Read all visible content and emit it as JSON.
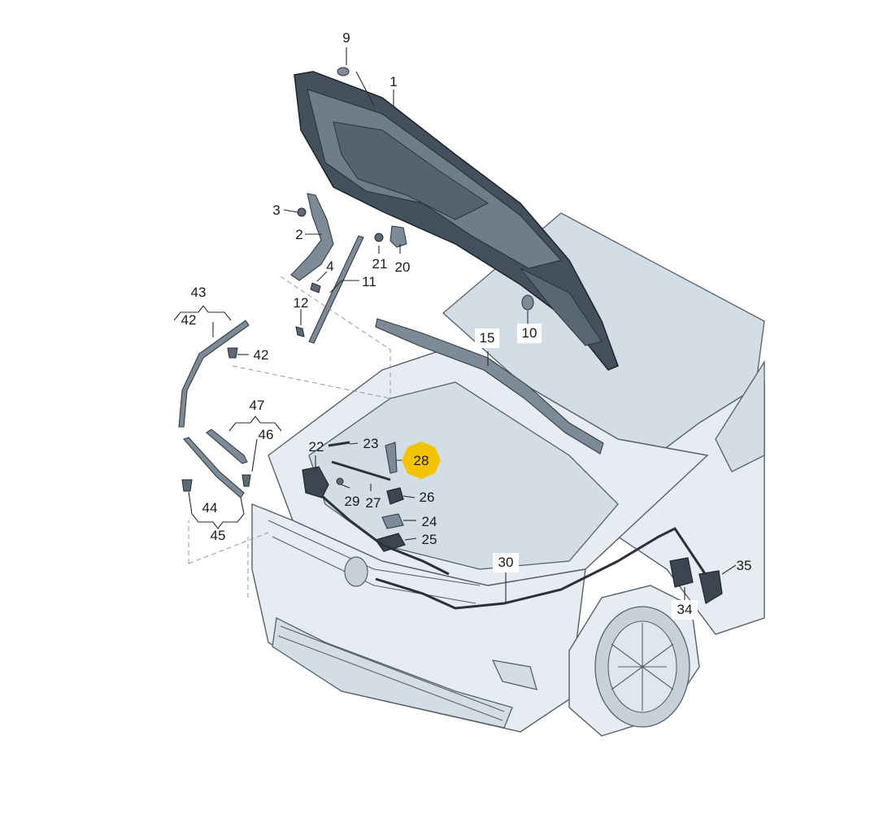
{
  "diagram": {
    "highlight_color": "#f3c300",
    "highlighted_part": "28",
    "labels": {
      "p1": "1",
      "p2": "2",
      "p3": "3",
      "p4": "4",
      "p9": "9",
      "p10": "10",
      "p11": "11",
      "p12": "12",
      "p15": "15",
      "p20": "20",
      "p21": "21",
      "p22": "22",
      "p23": "23",
      "p24": "24",
      "p25": "25",
      "p26": "26",
      "p27": "27",
      "p28": "28",
      "p29": "29",
      "p30": "30",
      "p34": "34",
      "p35": "35",
      "p42a": "42",
      "p42b": "42",
      "p43": "43",
      "p44": "44",
      "p45": "45",
      "p46": "46",
      "p47": "47"
    }
  }
}
